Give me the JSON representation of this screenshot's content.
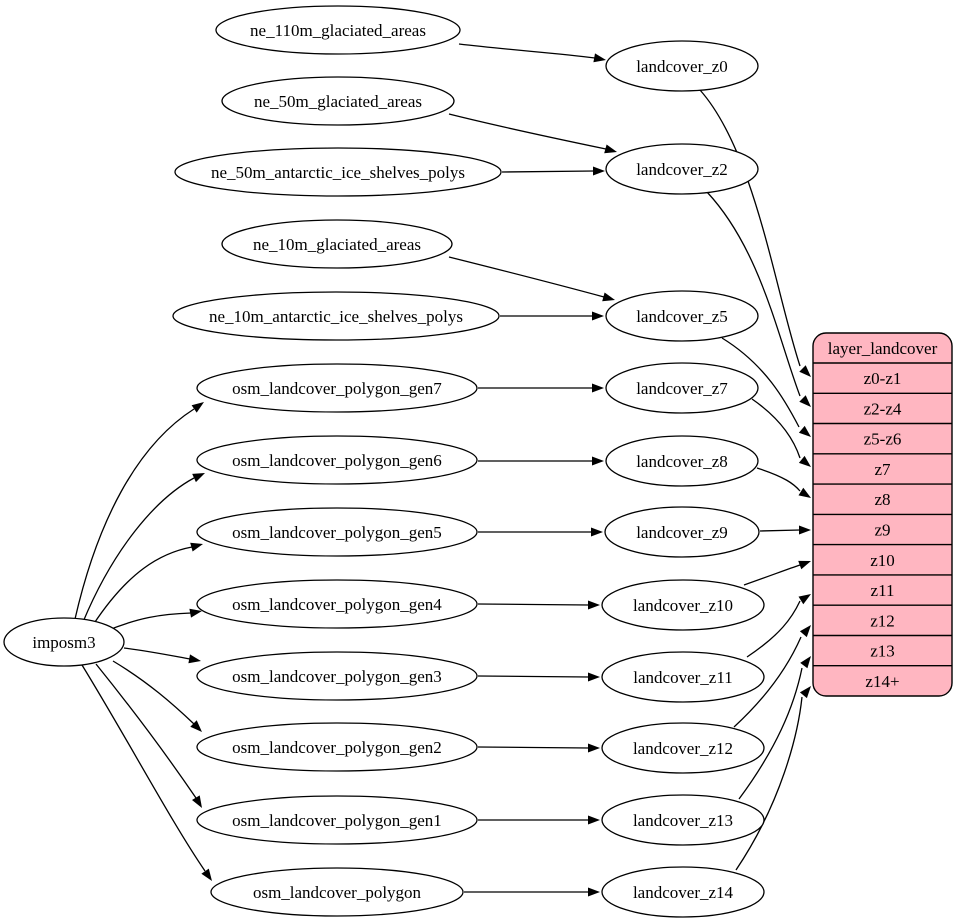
{
  "diagram": {
    "type": "graphviz-digraph",
    "background_color": "#ffffff",
    "colors": {
      "ellipse_fill": "#ffffff",
      "record_fill": "#ffb6c1",
      "stroke": "#000000",
      "text": "#000000"
    },
    "nodes": [
      {
        "id": "imposm3",
        "label": "imposm3"
      },
      {
        "id": "ne_110m_glaciated_areas",
        "label": "ne_110m_glaciated_areas"
      },
      {
        "id": "ne_50m_glaciated_areas",
        "label": "ne_50m_glaciated_areas"
      },
      {
        "id": "ne_50m_antarctic_ice_shelves_polys",
        "label": "ne_50m_antarctic_ice_shelves_polys"
      },
      {
        "id": "ne_10m_glaciated_areas",
        "label": "ne_10m_glaciated_areas"
      },
      {
        "id": "ne_10m_antarctic_ice_shelves_polys",
        "label": "ne_10m_antarctic_ice_shelves_polys"
      },
      {
        "id": "osm_landcover_polygon_gen7",
        "label": "osm_landcover_polygon_gen7"
      },
      {
        "id": "osm_landcover_polygon_gen6",
        "label": "osm_landcover_polygon_gen6"
      },
      {
        "id": "osm_landcover_polygon_gen5",
        "label": "osm_landcover_polygon_gen5"
      },
      {
        "id": "osm_landcover_polygon_gen4",
        "label": "osm_landcover_polygon_gen4"
      },
      {
        "id": "osm_landcover_polygon_gen3",
        "label": "osm_landcover_polygon_gen3"
      },
      {
        "id": "osm_landcover_polygon_gen2",
        "label": "osm_landcover_polygon_gen2"
      },
      {
        "id": "osm_landcover_polygon_gen1",
        "label": "osm_landcover_polygon_gen1"
      },
      {
        "id": "osm_landcover_polygon",
        "label": "osm_landcover_polygon"
      },
      {
        "id": "landcover_z0",
        "label": "landcover_z0"
      },
      {
        "id": "landcover_z2",
        "label": "landcover_z2"
      },
      {
        "id": "landcover_z5",
        "label": "landcover_z5"
      },
      {
        "id": "landcover_z7",
        "label": "landcover_z7"
      },
      {
        "id": "landcover_z8",
        "label": "landcover_z8"
      },
      {
        "id": "landcover_z9",
        "label": "landcover_z9"
      },
      {
        "id": "landcover_z10",
        "label": "landcover_z10"
      },
      {
        "id": "landcover_z11",
        "label": "landcover_z11"
      },
      {
        "id": "landcover_z12",
        "label": "landcover_z12"
      },
      {
        "id": "landcover_z13",
        "label": "landcover_z13"
      },
      {
        "id": "landcover_z14",
        "label": "landcover_z14"
      }
    ],
    "record": {
      "id": "layer_landcover",
      "title": "layer_landcover",
      "rows": [
        "z0-z1",
        "z2-z4",
        "z5-z6",
        "z7",
        "z8",
        "z9",
        "z10",
        "z11",
        "z12",
        "z13",
        "z14+"
      ]
    },
    "edges": [
      {
        "from": "ne_110m_glaciated_areas",
        "to": "landcover_z0"
      },
      {
        "from": "ne_50m_glaciated_areas",
        "to": "landcover_z2"
      },
      {
        "from": "ne_50m_antarctic_ice_shelves_polys",
        "to": "landcover_z2"
      },
      {
        "from": "ne_10m_glaciated_areas",
        "to": "landcover_z5"
      },
      {
        "from": "ne_10m_antarctic_ice_shelves_polys",
        "to": "landcover_z5"
      },
      {
        "from": "imposm3",
        "to": "osm_landcover_polygon_gen7"
      },
      {
        "from": "imposm3",
        "to": "osm_landcover_polygon_gen6"
      },
      {
        "from": "imposm3",
        "to": "osm_landcover_polygon_gen5"
      },
      {
        "from": "imposm3",
        "to": "osm_landcover_polygon_gen4"
      },
      {
        "from": "imposm3",
        "to": "osm_landcover_polygon_gen3"
      },
      {
        "from": "imposm3",
        "to": "osm_landcover_polygon_gen2"
      },
      {
        "from": "imposm3",
        "to": "osm_landcover_polygon_gen1"
      },
      {
        "from": "imposm3",
        "to": "osm_landcover_polygon"
      },
      {
        "from": "osm_landcover_polygon_gen7",
        "to": "landcover_z7"
      },
      {
        "from": "osm_landcover_polygon_gen6",
        "to": "landcover_z8"
      },
      {
        "from": "osm_landcover_polygon_gen5",
        "to": "landcover_z9"
      },
      {
        "from": "osm_landcover_polygon_gen4",
        "to": "landcover_z10"
      },
      {
        "from": "osm_landcover_polygon_gen3",
        "to": "landcover_z11"
      },
      {
        "from": "osm_landcover_polygon_gen2",
        "to": "landcover_z12"
      },
      {
        "from": "osm_landcover_polygon_gen1",
        "to": "landcover_z13"
      },
      {
        "from": "osm_landcover_polygon",
        "to": "landcover_z14"
      },
      {
        "from": "landcover_z0",
        "to": "layer_landcover:z0-z1"
      },
      {
        "from": "landcover_z2",
        "to": "layer_landcover:z2-z4"
      },
      {
        "from": "landcover_z5",
        "to": "layer_landcover:z5-z6"
      },
      {
        "from": "landcover_z7",
        "to": "layer_landcover:z7"
      },
      {
        "from": "landcover_z8",
        "to": "layer_landcover:z8"
      },
      {
        "from": "landcover_z9",
        "to": "layer_landcover:z9"
      },
      {
        "from": "landcover_z10",
        "to": "layer_landcover:z10"
      },
      {
        "from": "landcover_z11",
        "to": "layer_landcover:z11"
      },
      {
        "from": "landcover_z12",
        "to": "layer_landcover:z12"
      },
      {
        "from": "landcover_z13",
        "to": "layer_landcover:z13"
      },
      {
        "from": "landcover_z14",
        "to": "layer_landcover:z14+"
      }
    ]
  }
}
